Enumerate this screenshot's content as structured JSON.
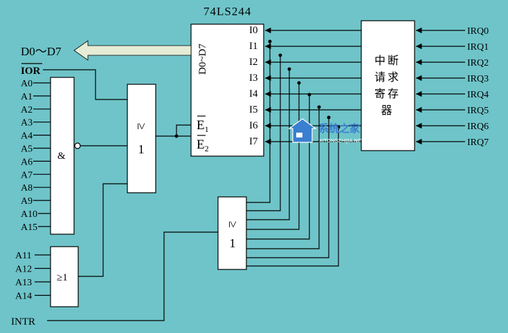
{
  "colors": {
    "background": "#6ec4c9",
    "box_fill": "#ffffff",
    "wire": "#000000",
    "bus_arrow_fill": "#e6ecd6"
  },
  "chip": {
    "title": "74LS244",
    "data_pins": "D0~D7",
    "inputs": [
      "I0",
      "I1",
      "I2",
      "I3",
      "I4",
      "I5",
      "I6",
      "I7"
    ],
    "enable1": "E",
    "enable1_sub": "1",
    "enable2": "E",
    "enable2_sub": "2"
  },
  "bus_label": "D0～D7",
  "ior_label": "IOR",
  "address_lines_and": [
    "A0",
    "A1",
    "A2",
    "A3",
    "A4",
    "A5",
    "A6",
    "A7",
    "A8",
    "A9",
    "A10",
    "A15"
  ],
  "address_lines_or": [
    "A11",
    "A12",
    "A13",
    "A14"
  ],
  "and_gate": {
    "symbol": "&"
  },
  "or_gate_small": {
    "symbol": "≥1"
  },
  "or_gate_enable": {
    "symbol_top": "≥",
    "symbol_bottom": "1"
  },
  "or_gate_intr": {
    "symbol_top": "≥",
    "symbol_bottom": "1"
  },
  "interrupt_register": {
    "lines": [
      "中断",
      "请求",
      "寄存",
      "器"
    ]
  },
  "irq_lines": [
    "IRQ0",
    "IRQ1",
    "IRQ2",
    "IRQ3",
    "IRQ4",
    "IRQ5",
    "IRQ6",
    "IRQ7"
  ],
  "intr_label": "INTR",
  "watermark": {
    "name": "系统之家",
    "url": "XITONGZHIJIA.NET"
  }
}
